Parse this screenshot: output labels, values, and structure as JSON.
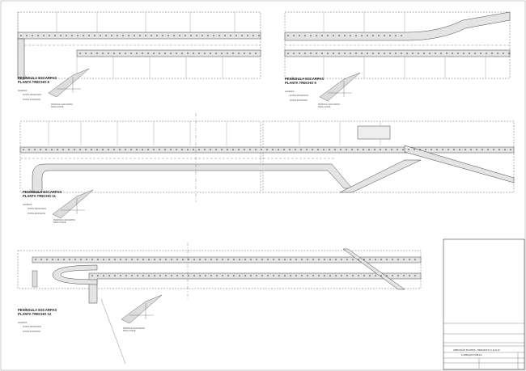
{
  "sheet": {
    "panels": [
      {
        "title": "PENÍNSULA ESCARPAS",
        "subtitle": "PLANTA TRECHO 8",
        "legend_title": "LEGENDA",
        "legend_items": [
          "POSTE PROJETADO",
          "POSTE EXISTENTE"
        ],
        "keymap_title": "PENÍNSULA ESCARPAS",
        "keymap_subtitle": "MAPA-CHAVE"
      },
      {
        "title": "PENÍNSULA ESCARPAS",
        "subtitle": "PLANTA TRECHO 9",
        "legend_title": "LEGENDA",
        "legend_items": [
          "POSTE PROJETADO",
          "POSTE EXISTENTE"
        ],
        "keymap_title": "PENÍNSULA ESCARPAS",
        "keymap_subtitle": "MAPA-CHAVE"
      },
      {
        "title": "PENÍNSULA ESCARPAS",
        "subtitle": "PLANTA TRECHO 11",
        "legend_title": "LEGENDA",
        "legend_items": [
          "POSTE PROJETADO",
          "POSTE EXISTENTE"
        ],
        "keymap_title": "PENÍNSULA ESCARPAS",
        "keymap_subtitle": "MAPA-CHAVE"
      },
      {
        "title": "PENÍNSULA ESCARPAS",
        "subtitle": "PLANTA TRECHO 12",
        "legend_title": "LEGENDA",
        "legend_items": [
          "POSTE PROJETADO",
          "POSTE EXISTENTE"
        ],
        "keymap_title": "PENÍNSULA ESCARPAS",
        "keymap_subtitle": "MAPA-CHAVE"
      }
    ],
    "title_block": {
      "drawing_title": "AMPLIAÇÃO PLANTAS - TRECHOS 8, 9, 11 E 12",
      "subject": "ILUMINAÇÃO PÚBLICA"
    }
  }
}
